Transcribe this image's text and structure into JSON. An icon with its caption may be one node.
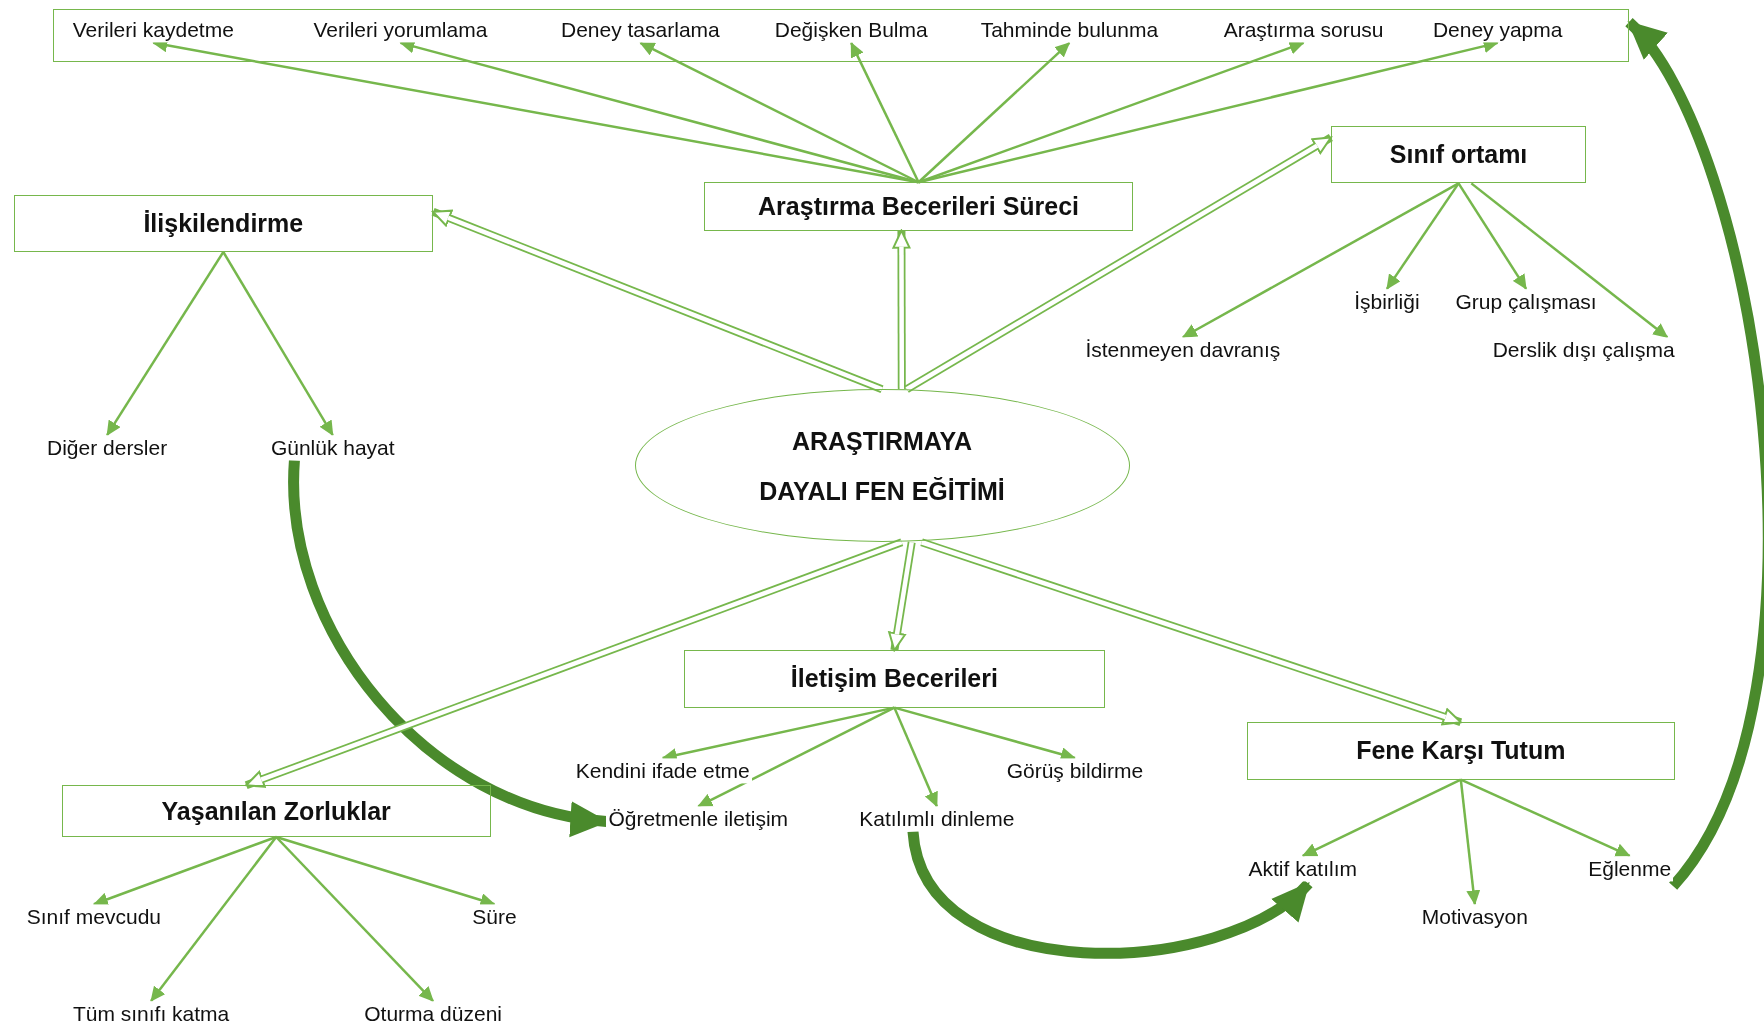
{
  "diagram": {
    "nodes": [
      {
        "text": [],
        "shape": "box"
      },
      {
        "text": [
          "Verileri kaydetme"
        ],
        "in": 0
      },
      {
        "text": [
          "Verileri yorumlama"
        ],
        "in": 0
      },
      {
        "text": [
          "Deney tasarlama"
        ],
        "in": 0
      },
      {
        "text": [
          "Değişken Bulma"
        ],
        "in": 0
      },
      {
        "text": [
          "Tahminde bulunma"
        ],
        "in": 0
      },
      {
        "text": [
          "Araştırma sorusu"
        ],
        "in": 0
      },
      {
        "text": [
          "Deney yapma"
        ],
        "in": 0
      },
      {
        "text": [
          "Araştırma Becerileri Süreci"
        ]
      },
      {
        "text": [
          "Sınıf ortamı"
        ]
      },
      {
        "text": [
          "İlişkilendirme"
        ]
      },
      {
        "text": [
          "İşbirliği"
        ]
      },
      {
        "text": [
          "Grup çalışması"
        ]
      },
      {
        "text": [
          "İstenmeyen davranış"
        ]
      },
      {
        "text": [
          "Derslik dışı çalışma"
        ]
      },
      {
        "text": [
          "Diğer dersler"
        ]
      },
      {
        "text": [
          "Günlük hayat"
        ]
      },
      {
        "text": [
          "ARAŞTIRMAYA DAYALI FEN EĞİTİMİ"
        ]
      },
      {
        "text": [
          "İletişim Becerileri"
        ]
      },
      {
        "text": [
          "Fene Karşı Tutum"
        ]
      },
      {
        "text": [
          "Yaşanılan Zorluklar"
        ]
      },
      {
        "text": [
          "Kendini ifade etme"
        ]
      },
      {
        "text": [
          "Görüş bildirme"
        ]
      },
      {
        "text": [
          "Öğretmenle iletişim"
        ]
      },
      {
        "text": [
          "Katılımlı dinleme"
        ]
      },
      {
        "text": [
          "Aktif katılım"
        ]
      },
      {
        "text": [
          "Eğlenme"
        ]
      },
      {
        "text": [
          "Motivasyon"
        ]
      },
      {
        "text": [
          "Sınıf mevcudu"
        ]
      },
      {
        "text": [
          "Süre"
        ]
      },
      {
        "text": [
          "Tüm sınıfı katma"
        ]
      },
      {
        "text": [
          "Oturma düzeni"
        ]
      }
    ],
    "edges": [
      {
        "from": 8,
        "to": 1,
        "arrow": "to"
      },
      {
        "from": 8,
        "to": 2,
        "arrow": "to"
      },
      {
        "from": 8,
        "to": 3,
        "arrow": "to"
      },
      {
        "from": 8,
        "to": 4,
        "arrow": "to"
      },
      {
        "from": 8,
        "to": 5,
        "arrow": "to"
      },
      {
        "from": 8,
        "to": 6,
        "arrow": "to"
      },
      {
        "from": 8,
        "to": 7,
        "arrow": "to"
      },
      {
        "from": 17,
        "to": 8,
        "arrow": "to",
        "style": "thick"
      },
      {
        "from": 17,
        "to": 9,
        "arrow": "to",
        "style": "thick"
      },
      {
        "from": 17,
        "to": 10,
        "arrow": "to",
        "style": "thick"
      },
      {
        "from": 9,
        "to": 11,
        "arrow": "to"
      },
      {
        "from": 9,
        "to": 12,
        "arrow": "to"
      },
      {
        "from": 9,
        "to": 13,
        "arrow": "to"
      },
      {
        "from": 9,
        "to": 14,
        "arrow": "to"
      },
      {
        "from": 10,
        "to": 15,
        "arrow": "to"
      },
      {
        "from": 10,
        "to": 16,
        "arrow": "to"
      },
      {
        "from": 16,
        "to": 23,
        "arrow": "to",
        "style": "thick",
        "color": "#4a8a2c"
      },
      {
        "from": 17,
        "to": 18,
        "arrow": "to",
        "style": "thick"
      },
      {
        "from": 17,
        "to": 19,
        "arrow": "to",
        "style": "thick"
      },
      {
        "from": 17,
        "to": 20,
        "arrow": "to",
        "style": "thick"
      },
      {
        "from": 18,
        "to": 21,
        "arrow": "to"
      },
      {
        "from": 18,
        "to": 22,
        "arrow": "to"
      },
      {
        "from": 18,
        "to": 23,
        "arrow": "to"
      },
      {
        "from": 18,
        "to": 24,
        "arrow": "to"
      },
      {
        "from": 19,
        "to": 25,
        "arrow": "to"
      },
      {
        "from": 19,
        "to": 26,
        "arrow": "to"
      },
      {
        "from": 19,
        "to": 27,
        "arrow": "to"
      },
      {
        "from": 24,
        "to": 25,
        "arrow": "to",
        "style": "thick",
        "color": "#4a8a2c"
      },
      {
        "from": 26,
        "to": 0,
        "arrow": "to",
        "style": "thick",
        "color": "#4a8a2c"
      },
      {
        "from": 20,
        "to": 28,
        "arrow": "to"
      },
      {
        "from": 20,
        "to": 29,
        "arrow": "to"
      },
      {
        "from": 20,
        "to": 30,
        "arrow": "to"
      },
      {
        "from": 20,
        "to": 31,
        "arrow": "to"
      }
    ]
  }
}
